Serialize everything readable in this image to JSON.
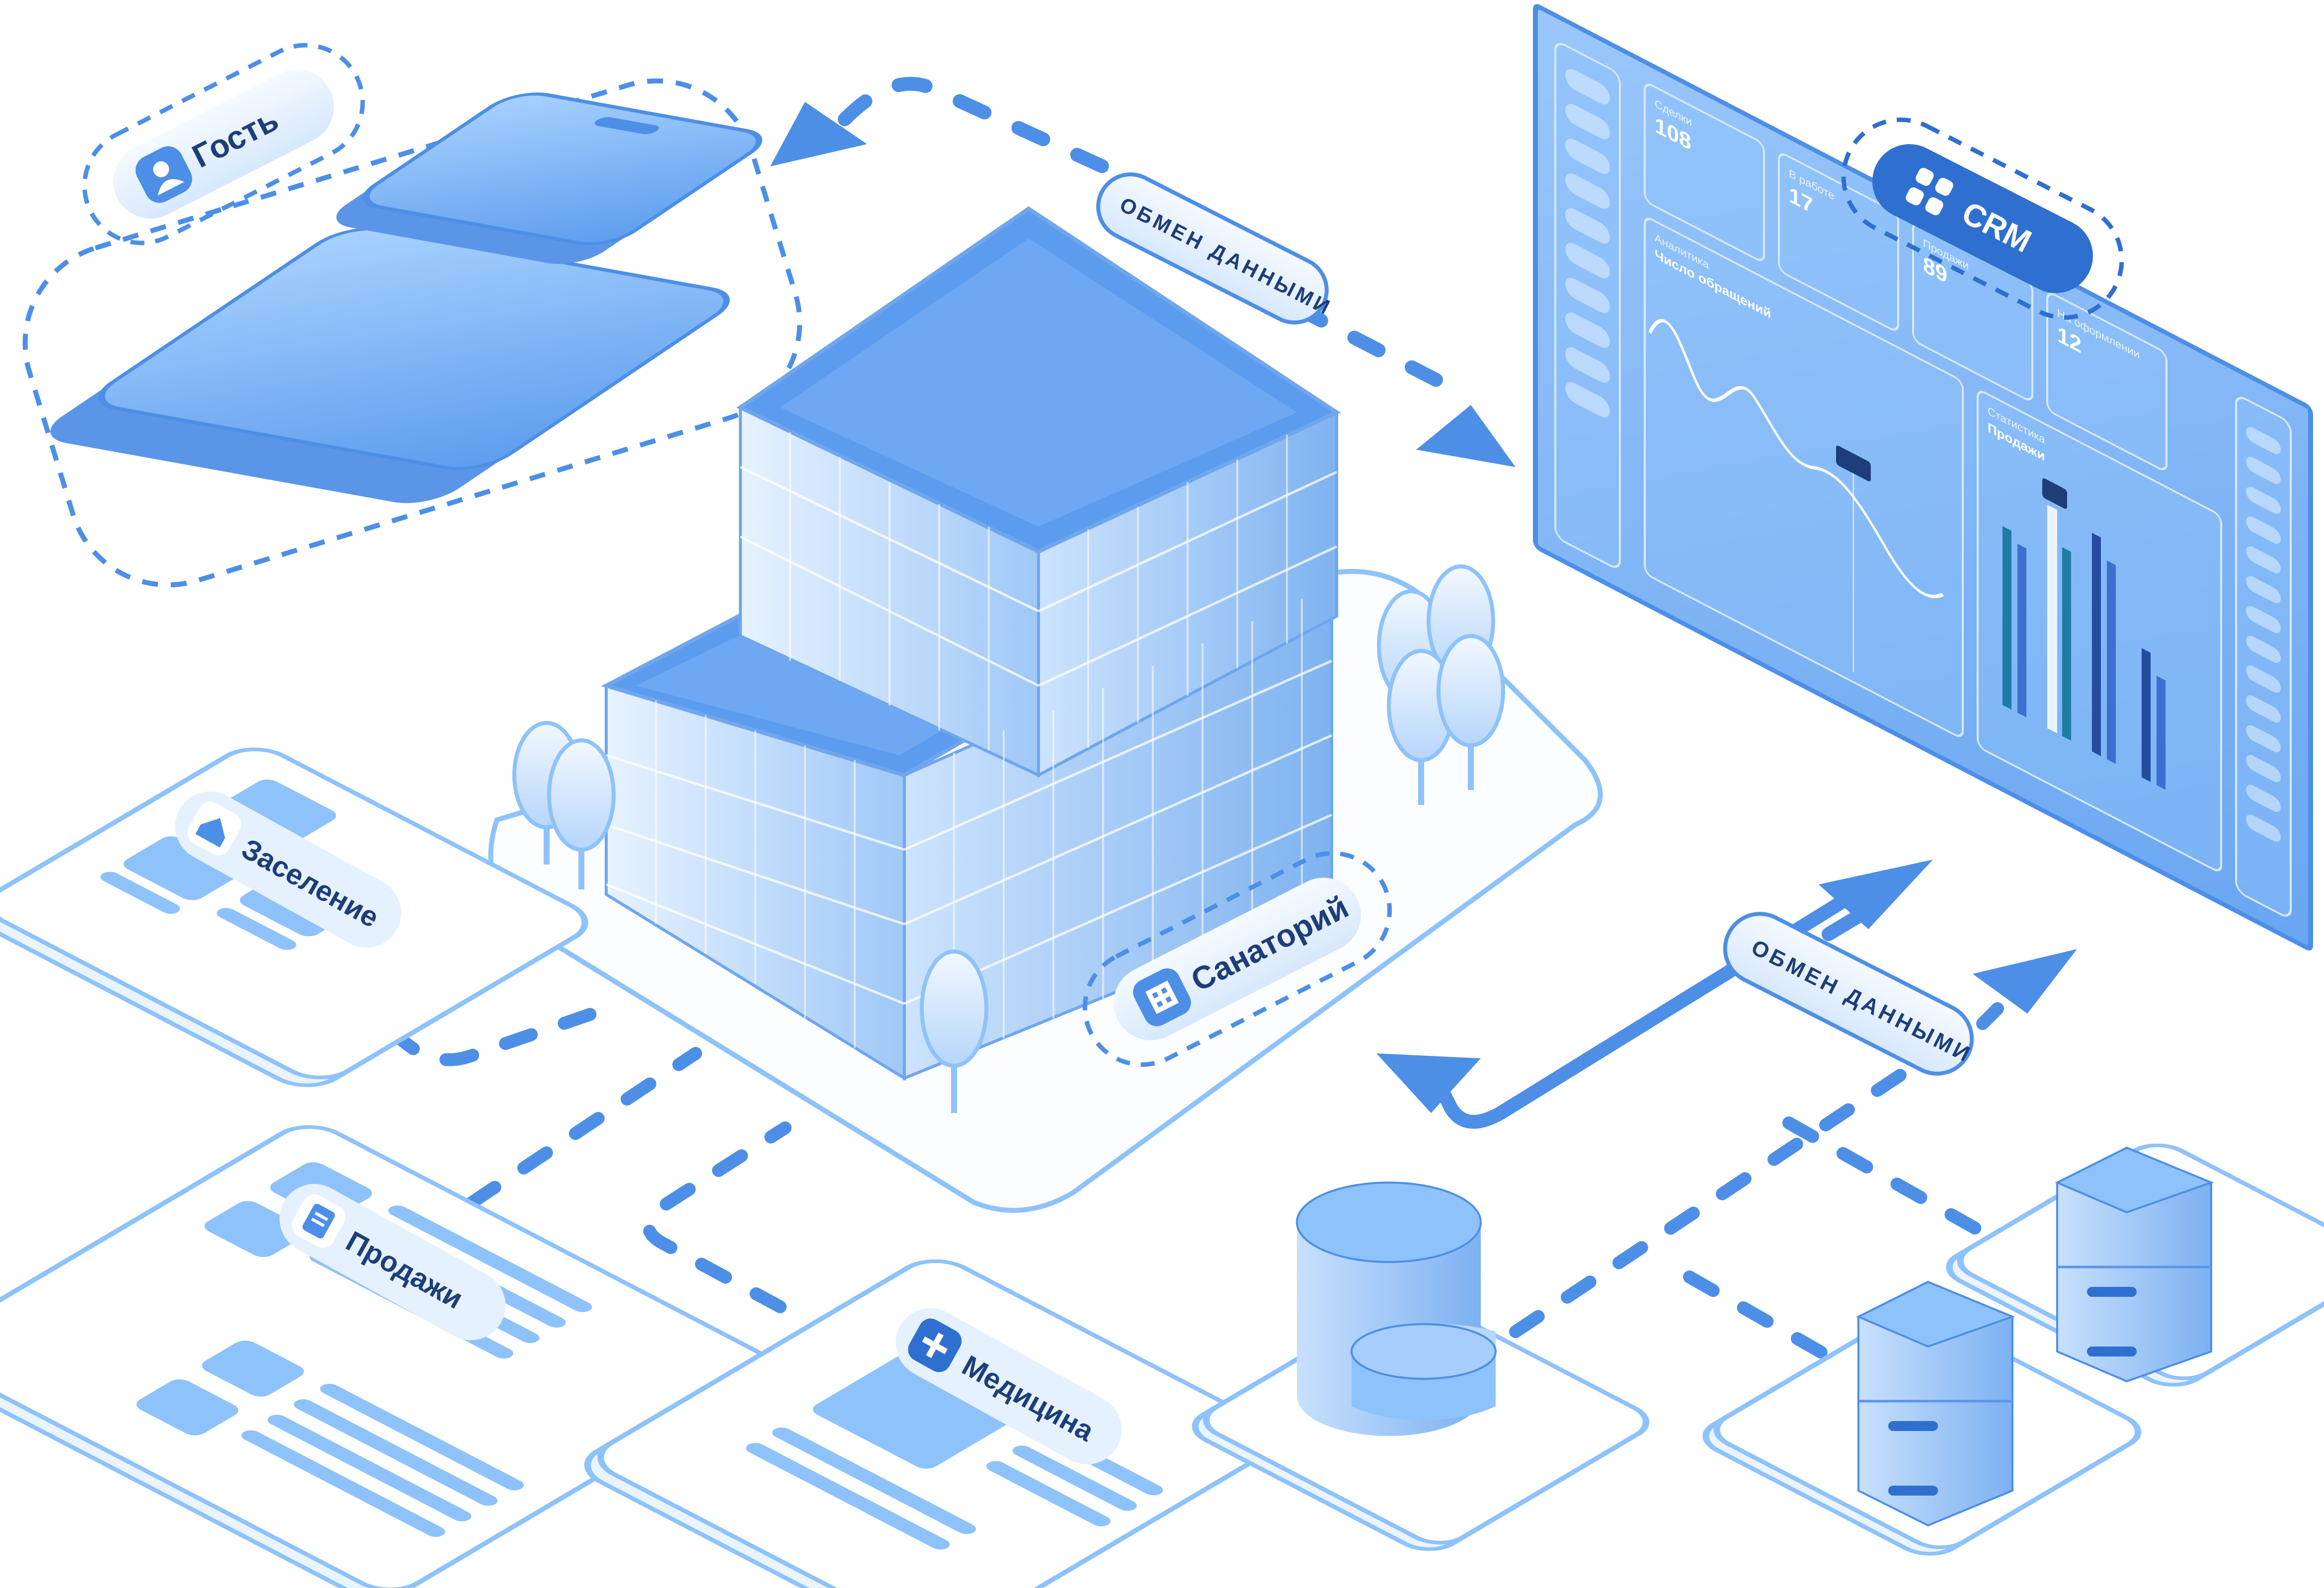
{
  "labels": {
    "guest": "Гость",
    "checkin": "Заселение",
    "sales": "Продажи",
    "medicine": "Медицина",
    "sanatorium": "Санаторий",
    "crm": "CRM",
    "exchange_top": "ОБМЕН ДАННЫМИ",
    "exchange_bottom": "ОБМЕН ДАННЫМИ"
  },
  "dashboard": {
    "cards": [
      {
        "label": "Сделки",
        "value": "108"
      },
      {
        "label": "В работе",
        "value": "17"
      },
      {
        "label": "Продажи",
        "value": "89"
      },
      {
        "label": "На оформлении",
        "value": "12"
      }
    ],
    "line_chart": {
      "label": "Аналитика",
      "title": "Число обращений"
    },
    "bar_chart": {
      "label": "Статистика",
      "title": "Продажи"
    }
  },
  "colors": {
    "primary": "#4d8fe6",
    "light": "#8ec2fb",
    "outline": "#5a95e8",
    "pale": "#eef6ff",
    "dark": "#1d3e78"
  },
  "icons": [
    "guest-icon",
    "home-icon",
    "document-icon",
    "medical-plus-icon",
    "building-icon",
    "crm-grid-icon"
  ]
}
